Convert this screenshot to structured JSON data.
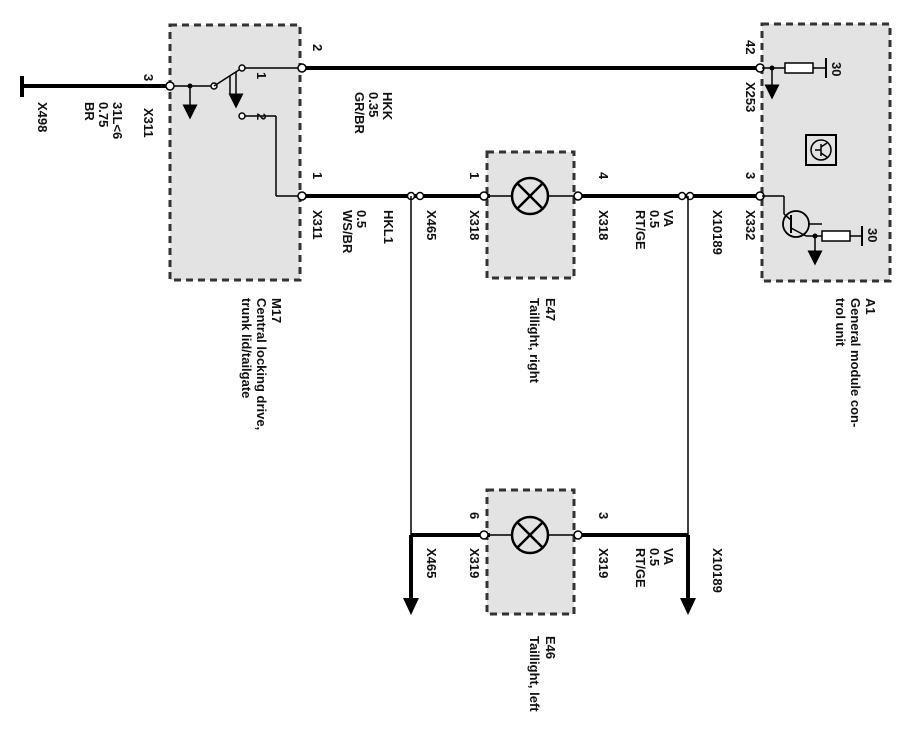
{
  "colors": {
    "box_fill": "#e3e3e3",
    "wire": "#000000",
    "background": "#ffffff"
  },
  "components": {
    "m17": {
      "id": "M17",
      "name": [
        "Central locking drive,",
        "trunk lid/tailgate"
      ]
    },
    "e47": {
      "id": "E47",
      "name": [
        "Taillight, right"
      ]
    },
    "e46": {
      "id": "E46",
      "name": [
        "Taillight, left"
      ]
    },
    "a1": {
      "id": "A1",
      "name": [
        "General module con-",
        "trol unit"
      ]
    }
  },
  "ground_wire": {
    "pin": "3",
    "connector": "X311",
    "signal": "31L<6",
    "size": "0.75",
    "color": "BR",
    "ground": "X498"
  },
  "m17_pins": {
    "top": "2",
    "bottom": "1",
    "switch_a": "1",
    "switch_b": "2"
  },
  "wire_hkk": {
    "name": "HKK",
    "size": "0.35",
    "color": "GR/BR"
  },
  "wire_hkl1": {
    "connector": "X311",
    "size": "0.5",
    "color": "WS/BR",
    "name": "HKL1",
    "splice": "X465"
  },
  "e47_pins": {
    "in": "1",
    "in_connector": "X318",
    "out": "4",
    "out_connector": "X318"
  },
  "wire_va": {
    "name": "VA",
    "size": "0.5",
    "color": "RT/GE",
    "splice": "X10189"
  },
  "a1_pins": {
    "top": "42",
    "top_connector": "X253",
    "bottom": "3",
    "bottom_connector": "X332",
    "supply": "30",
    "supply2": "30"
  },
  "e46_pins": {
    "in": "6",
    "in_connector": "X319",
    "out": "3",
    "out_connector": "X319",
    "in_ref": "X465",
    "out_ref": "X10189"
  },
  "wire_va2": {
    "name": "VA",
    "size": "0.5",
    "color": "RT/GE"
  },
  "icons": [
    "lamp-icon",
    "switch-icon",
    "transistor-icon",
    "resistor-icon",
    "ground-icon",
    "arrow-down-icon"
  ]
}
